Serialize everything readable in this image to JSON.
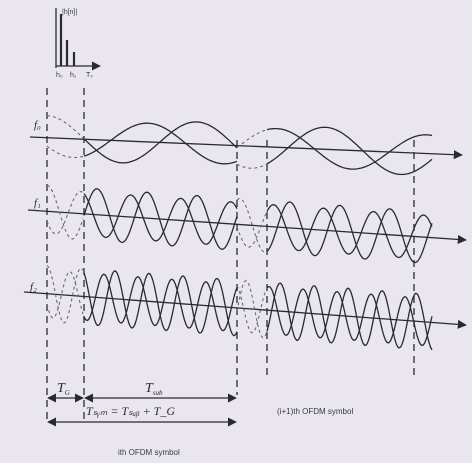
{
  "impulse": {
    "label": "|h[n]|",
    "tick_labels": [
      "h₀",
      "h₁",
      "Tₛ"
    ]
  },
  "subcarriers": [
    {
      "label": "f₀"
    },
    {
      "label": "f₁"
    },
    {
      "label": "f₂"
    }
  ],
  "annotations": {
    "t_g": "T",
    "t_g_sub": "G",
    "t_sub": "T",
    "t_sub_sub": "sub",
    "t_sym_eq": "Tₛᵧₘ = Tₛᵤᵦ + T_G",
    "ith_symbol": "ith OFDM symbol",
    "next_symbol": "(i+1)th OFDM symbol"
  },
  "colors": {
    "background": "#eae6ef",
    "ink": "#2a2a2e",
    "faint": "#6a6a70"
  }
}
